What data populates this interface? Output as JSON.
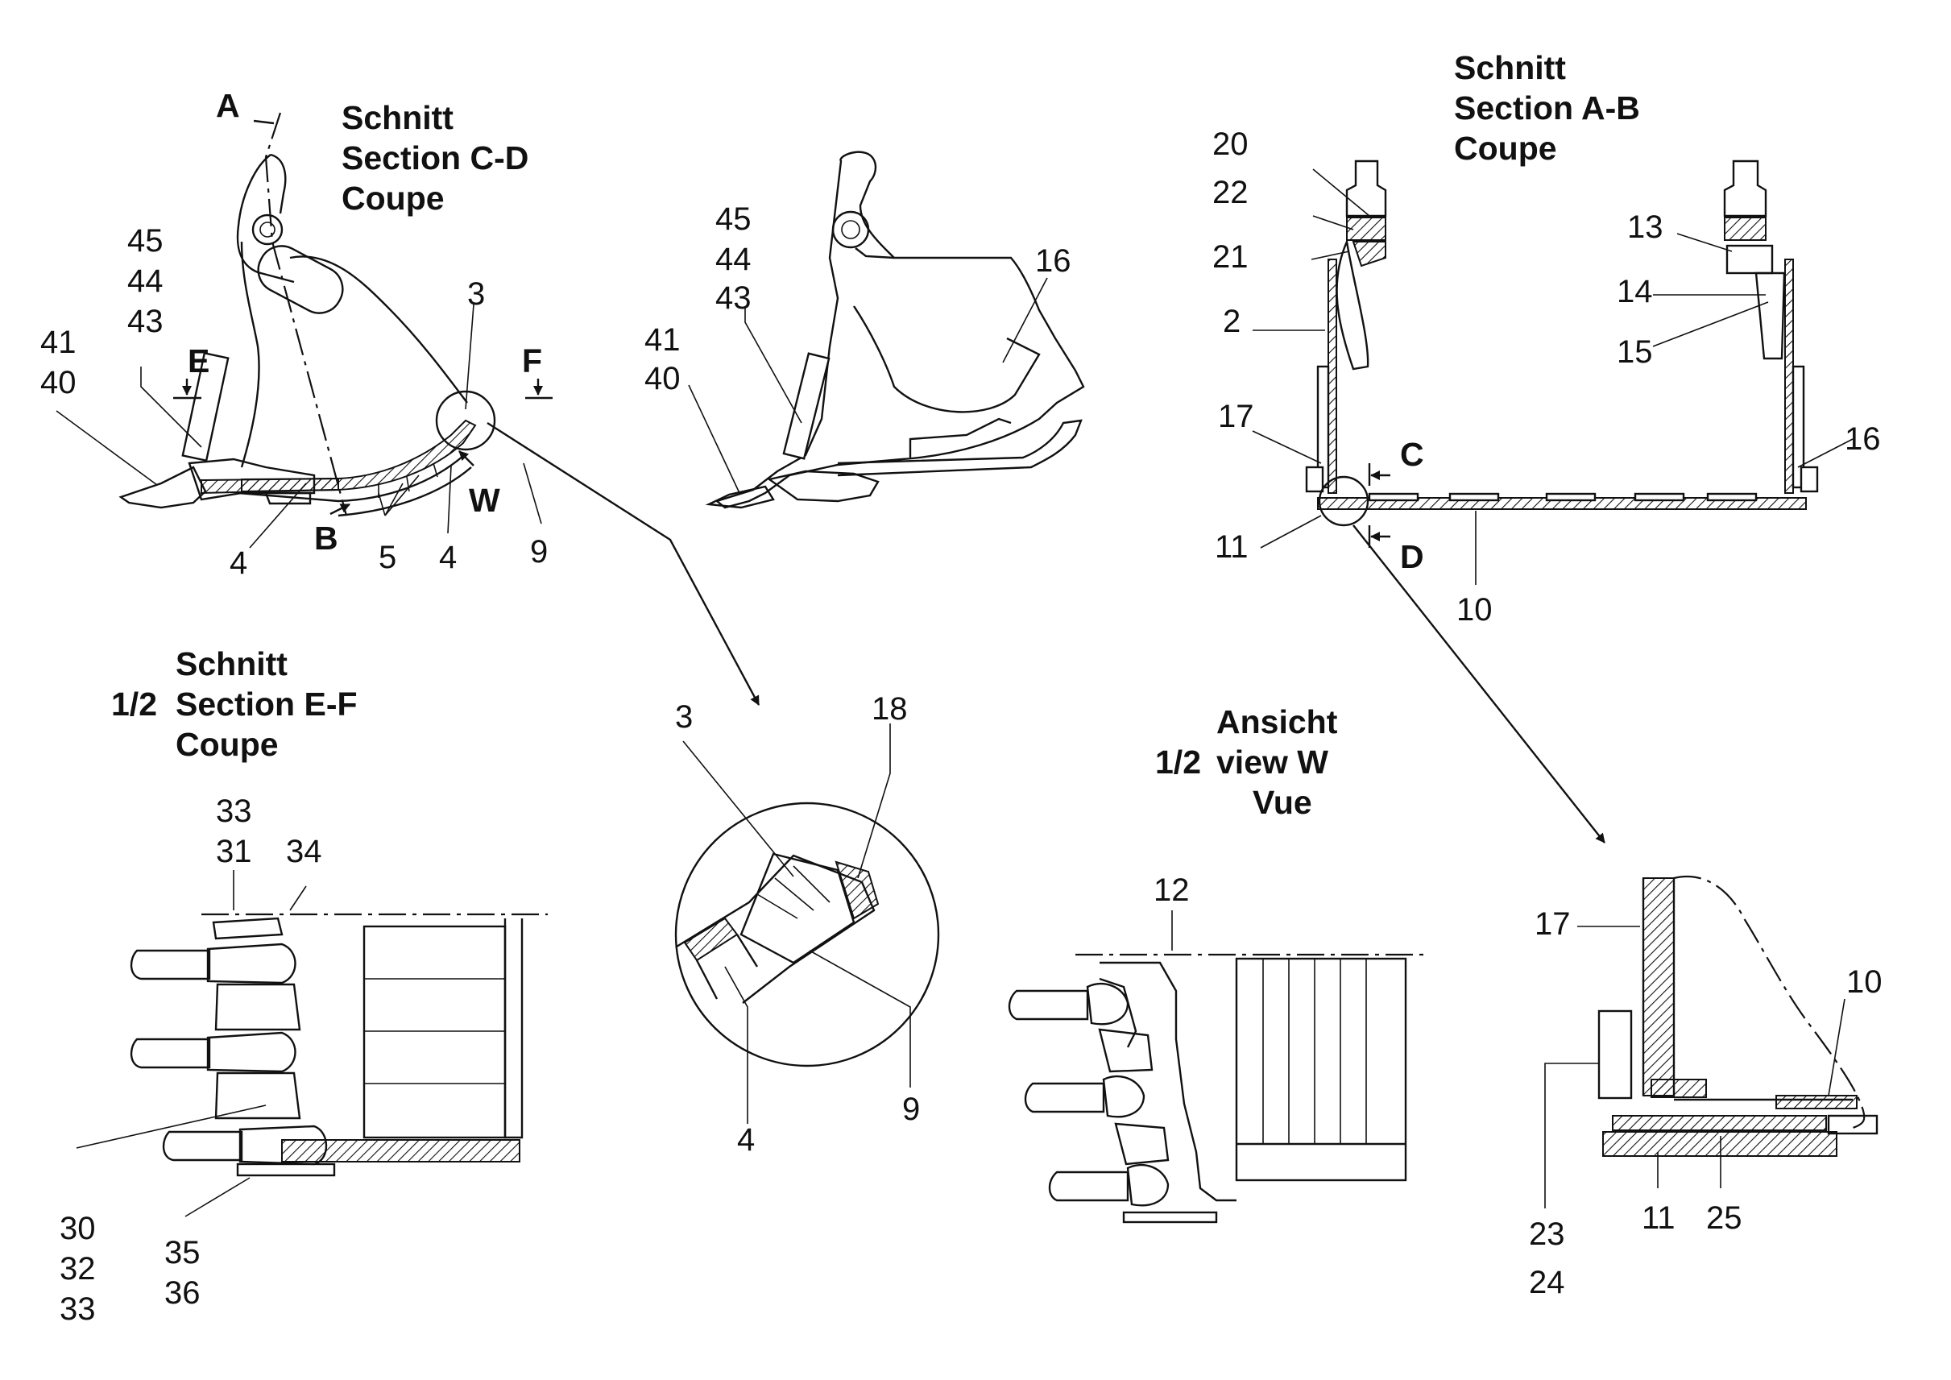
{
  "headings": {
    "cd": {
      "de": "Schnitt",
      "en": "Section  C-D",
      "fr": "Coupe"
    },
    "ab": {
      "de": "Schnitt",
      "en": "Section  A-B",
      "fr": "Coupe"
    },
    "ef": {
      "de": "Schnitt",
      "en": "Section  E-F",
      "prefix": "1/2",
      "fr": "Coupe"
    },
    "w": {
      "de": "Ansicht",
      "en": "view   W",
      "prefix": "1/2",
      "fr": "Vue"
    }
  },
  "markers": {
    "A": "A",
    "B": "B",
    "C": "C",
    "D": "D",
    "E": "E",
    "F": "F",
    "W": "W"
  },
  "labels": {
    "cd_45": "45",
    "cd_44": "44",
    "cd_43": "43",
    "cd_41": "41",
    "cd_40": "40",
    "cd_3": "3",
    "cd_4a": "4",
    "cd_5": "5",
    "cd_4b": "4",
    "cd_9": "9",
    "side_45": "45",
    "side_44": "44",
    "side_43": "43",
    "side_41": "41",
    "side_40": "40",
    "side_16": "16",
    "ab_20": "20",
    "ab_22": "22",
    "ab_21": "21",
    "ab_2": "2",
    "ab_17": "17",
    "ab_11": "11",
    "ab_10": "10",
    "ab_13": "13",
    "ab_14": "14",
    "ab_15": "15",
    "ab_16": "16",
    "ef_33a": "33",
    "ef_31": "31",
    "ef_34": "34",
    "ef_30": "30",
    "ef_32": "32",
    "ef_33b": "33",
    "ef_35": "35",
    "ef_36": "36",
    "det_3": "3",
    "det_18": "18",
    "det_4": "4",
    "det_9": "9",
    "w_12": "12",
    "corner_17": "17",
    "corner_10": "10",
    "corner_23": "23",
    "corner_24": "24",
    "corner_11": "11",
    "corner_25": "25"
  }
}
